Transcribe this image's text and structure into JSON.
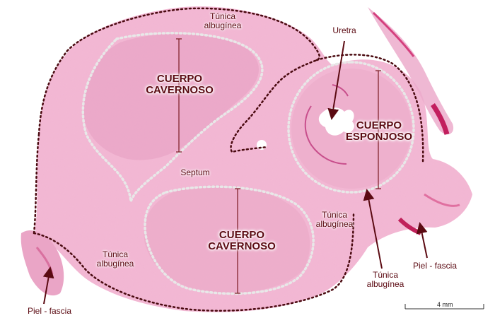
{
  "labels": {
    "tunica_top": [
      "Túnica",
      "albugínea"
    ],
    "uretra": "Uretra",
    "cuerpo_cavernoso_top": [
      "CUERPO",
      "CAVERNOSO"
    ],
    "cuerpo_esponjoso": [
      "CUERPO",
      "ESPONJOSO"
    ],
    "septum": "Septum",
    "tunica_mid_right": [
      "Túnica",
      "albugínea"
    ],
    "cuerpo_cavernoso_bottom": [
      "CUERPO",
      "CAVERNOSO"
    ],
    "tunica_left": [
      "Túnica",
      "albugínea"
    ],
    "tunica_bottom_right": [
      "Túnica",
      "albugínea"
    ],
    "piel_fascia_right": "Piel - fascia",
    "piel_fascia_left": "Piel - fascia"
  },
  "scale_bar": {
    "label": "4 mm"
  },
  "colors": {
    "tissue": "#f3b8d3",
    "tissue_dark": "#e597bd",
    "label_text": "#5b0a12",
    "outline_dark": "#4a0a10",
    "outline_light": "#e8e8e8"
  }
}
